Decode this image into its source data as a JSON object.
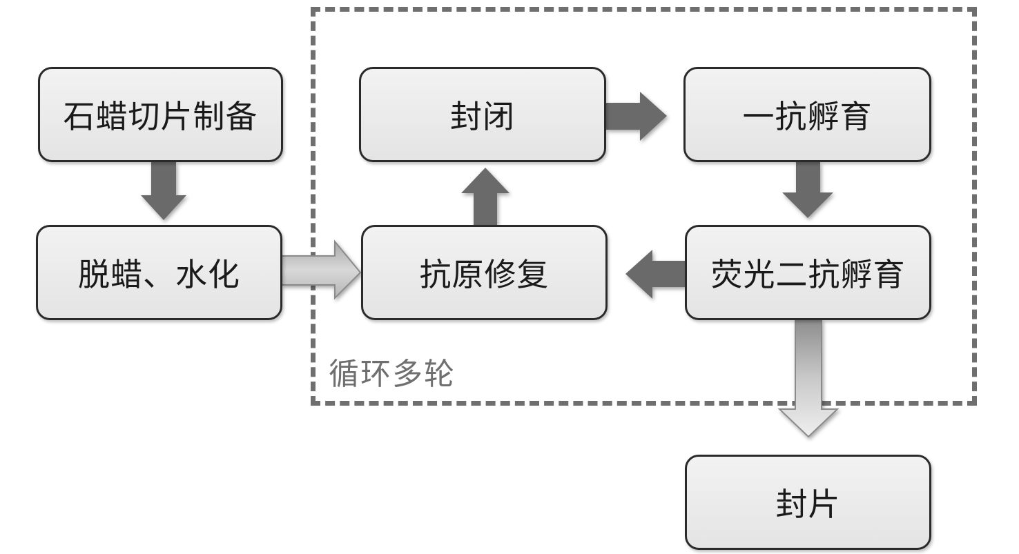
{
  "diagram": {
    "steps": {
      "paraffin_section": "石蜡切片制备",
      "dewax_hydrate": "脱蜡、水化",
      "antigen_retrieval": "抗原修复",
      "blocking": "封闭",
      "primary_incubation": "一抗孵育",
      "secondary_incubation": "荧光二抗孵育",
      "mounting": "封片"
    },
    "loop_label": "循环多轮"
  },
  "colors": {
    "box_border": "#2a2a2a",
    "box_fill": "#e8e8e8",
    "dark_arrow": "#6b6b6b",
    "light_arrow": "#bdbdbd",
    "dashed_frame": "#6f6f6f"
  }
}
